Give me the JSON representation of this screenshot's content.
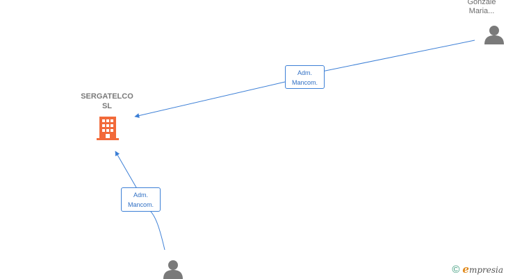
{
  "nodes": {
    "company": {
      "line1": "SERGATELCO",
      "line2": "SL",
      "icon": "building-icon",
      "color": "#f26a3a"
    },
    "person_top_right": {
      "line1": "Gonzale",
      "line2": "Maria...",
      "icon": "person-icon",
      "color": "#7a7a7a"
    },
    "person_bottom": {
      "icon": "person-icon",
      "color": "#7a7a7a"
    }
  },
  "edges": [
    {
      "id": "edge-top",
      "line1": "Adm.",
      "line2": "Mancom."
    },
    {
      "id": "edge-bottom",
      "line1": "Adm.",
      "line2": "Mancom."
    }
  ],
  "colors": {
    "edge": "#3c7fd6"
  },
  "brand": {
    "copyright": "©",
    "initial": "e",
    "rest": "mpresia"
  }
}
